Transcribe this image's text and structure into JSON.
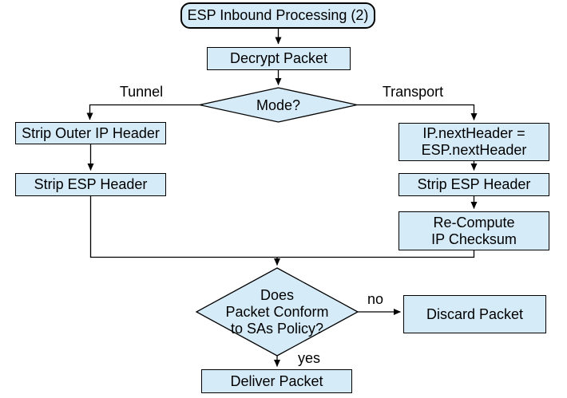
{
  "diagram": {
    "type": "flowchart",
    "title": "ESP Inbound Processing (2)",
    "colors": {
      "node_fill": "#d6ebf8",
      "node_border": "#000000",
      "text": "#000000",
      "background": "#ffffff"
    }
  },
  "nodes": {
    "start": {
      "label": "ESP Inbound Processing (2)"
    },
    "decrypt": {
      "label": "Decrypt Packet"
    },
    "mode": {
      "label": "Mode?"
    },
    "strip_outer_ip": {
      "label": "Strip Outer IP Header"
    },
    "strip_esp_left": {
      "label": "Strip ESP Header"
    },
    "ip_next_header": {
      "label": "IP.nextHeader =\nESP.nextHeader"
    },
    "strip_esp_right": {
      "label": "Strip ESP Header"
    },
    "recompute_checksum": {
      "label": "Re-Compute\nIP Checksum"
    },
    "policy_check": {
      "label": "Does\nPacket Conform\nto SAs Policy?"
    },
    "discard": {
      "label": "Discard Packet"
    },
    "deliver": {
      "label": "Deliver Packet"
    }
  },
  "edge_labels": {
    "tunnel": "Tunnel",
    "transport": "Transport",
    "no": "no",
    "yes": "yes"
  }
}
